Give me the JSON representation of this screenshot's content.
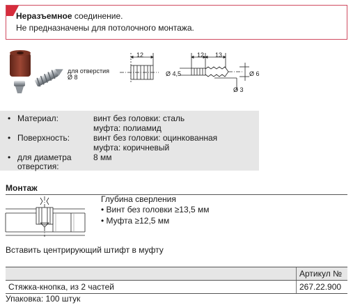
{
  "warning": {
    "line1_bold": "Неразъемное",
    "line1_rest": " соединение.",
    "line2": "Не предназначены для потолочного монтажа."
  },
  "drawing": {
    "hole_label": "для отверстия",
    "hole_diameter": "Ø 8",
    "dim_12_a": "12",
    "dim_12_b": "12",
    "dim_13": "13",
    "dim_d45": "Ø 4,5",
    "dim_d6": "Ø 6",
    "dim_d3": "Ø 3"
  },
  "specs": [
    {
      "label1": "Материал:",
      "label2": "",
      "value1": "винт без головки: сталь",
      "value2": "муфта: полиамид"
    },
    {
      "label1": "Поверхность:",
      "label2": "",
      "value1": "винт без головки: оцинкованная",
      "value2": "муфта: коричневый"
    },
    {
      "label1": "для диаметра",
      "label2": "отверстия:",
      "value1": "8 мм",
      "value2": ""
    }
  ],
  "montage": {
    "heading": "Монтаж",
    "depth_title": "Глубина сверления",
    "bullets": [
      "Винт без головки ≥13,5 мм",
      "Муфта ≥12,5 мм"
    ],
    "instruction": "Вставить центрирующий штифт в муфту"
  },
  "table": {
    "article_header": "Артикул №",
    "rows": [
      {
        "name": "Стяжка-кнопка, из 2 частей",
        "article": "267.22.900"
      }
    ]
  },
  "packaging": "Упаковка: 100 штук",
  "colors": {
    "warning_red": "#d62d3c",
    "warning_border": "#d04a5f",
    "spec_bg": "#e6e6e6",
    "sleeve_brown": "#8b3a2a"
  }
}
